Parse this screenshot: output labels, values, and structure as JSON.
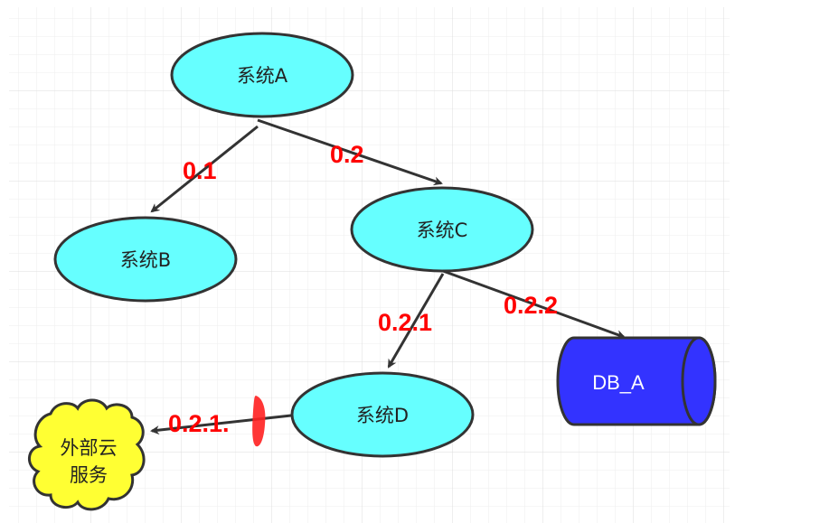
{
  "colors": {
    "node_fill": "#66ffff",
    "node_stroke": "#333333",
    "edge": "#333333",
    "edge_label": "#ff0000",
    "database_fill": "#3333ff",
    "cloud_fill": "#ffff33",
    "grid": "#e6e6e6",
    "background": "#ffffff"
  },
  "nodes": {
    "system_a": "系统A",
    "system_b": "系统B",
    "system_c": "系统C",
    "system_d": "系统D",
    "database": "DB_A",
    "cloud_line1": "外部云",
    "cloud_line2": "服务"
  },
  "edges": {
    "a_to_b": "0.1",
    "a_to_c": "0.2",
    "c_to_d": "0.2.1",
    "c_to_db": "0.2.2",
    "d_to_cloud": "0.2.1."
  }
}
